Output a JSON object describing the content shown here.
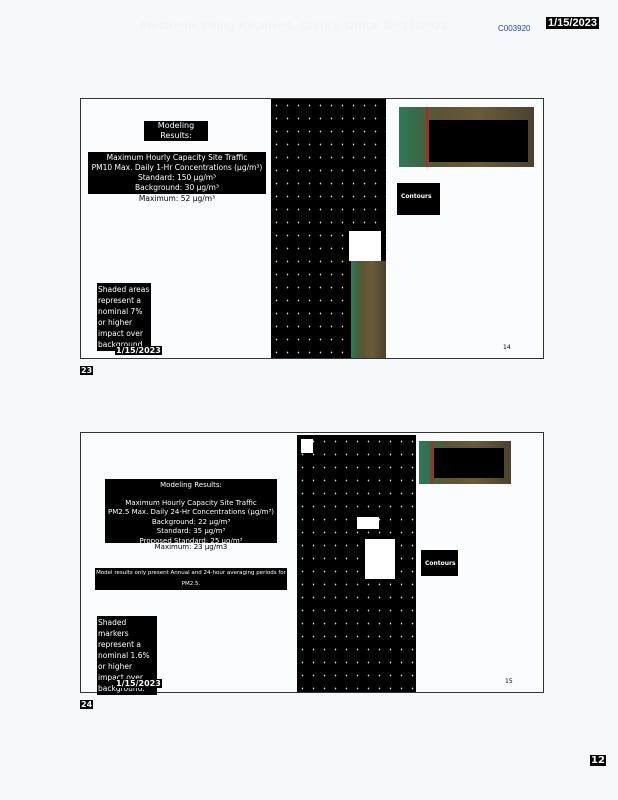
{
  "header": {
    "stamp": "Electronic Filing Received, Clerk's Office 04/19/2023",
    "doc_id": "C003920",
    "date": "1/15/2023"
  },
  "slides": [
    {
      "label": "23",
      "slide_number": "14",
      "title": "Modeling Results:",
      "summary": [
        "Maximum Hourly Capacity Site Traffic",
        "PM10 Max. Daily 1-Hr Concentrations (µg/m³)",
        "Standard: 150 µg/m³",
        "Background: 30 µg/m³"
      ],
      "maximum": "Maximum: 52 µg/m³",
      "note": "Shaded areas represent a nominal 7% or higher impact over background.",
      "note_date": "1/15/2023",
      "legend_title": "Contours"
    },
    {
      "label": "24",
      "slide_number": "15",
      "title": "Modeling Results:",
      "summary": [
        "Maximum Hourly Capacity Site Traffic",
        "PM2.5 Max. Daily 24-Hr Concentrations (µg/m³)",
        "Background: 22 µg/m³",
        "Standard: 35 µg/m³",
        "Proposed Standard: 25 µg/m³"
      ],
      "maximum": "Maximum: 23 µg/m3",
      "footnote": "Model results only present Annual and 24-hour averaging periods for PM2.5.",
      "note": "Shaded markers represent a nominal 1.6% or higher impact over background.",
      "note_date": "1/15/2023",
      "legend_title": "Contours"
    }
  ],
  "page_number": "12"
}
